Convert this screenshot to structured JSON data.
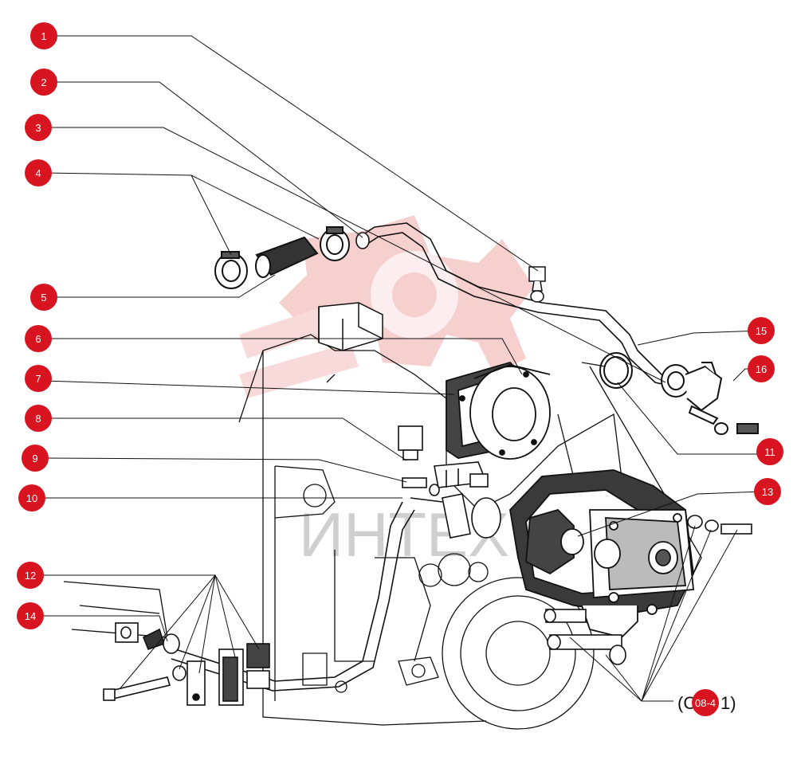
{
  "diagram": {
    "callouts": [
      {
        "label": "1"
      },
      {
        "label": "2"
      },
      {
        "label": "3"
      },
      {
        "label": "4"
      },
      {
        "label": "5"
      },
      {
        "label": "6"
      },
      {
        "label": "7"
      },
      {
        "label": "8"
      },
      {
        "label": "9"
      },
      {
        "label": "10"
      },
      {
        "label": "11"
      },
      {
        "label": "12"
      },
      {
        "label": "13"
      },
      {
        "label": "14"
      },
      {
        "label": "15"
      },
      {
        "label": "16"
      }
    ],
    "reference": {
      "prefix": "(C",
      "code": "08-4",
      "suffix": "1)"
    },
    "watermark": {
      "text": "ИНТЕХ"
    },
    "colors": {
      "callout_fill": "#d7141f",
      "line": "#111111",
      "watermark": "#f3c9c9"
    }
  }
}
